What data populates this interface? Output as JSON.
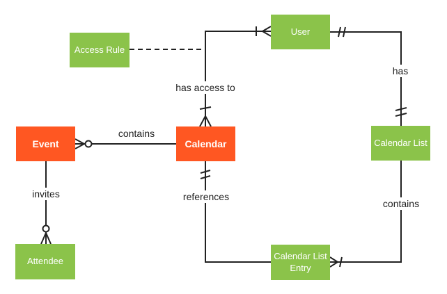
{
  "diagram": {
    "type": "entity-relationship",
    "background": "#FFFFFF",
    "colors": {
      "entity_green": "#8BC34A",
      "entity_orange": "#FF5722",
      "line": "#212121",
      "label_text": "#212121",
      "entity_text": "#FFFFFF"
    },
    "entities": [
      {
        "id": "access-rule",
        "label": "Access Rule",
        "color": "green"
      },
      {
        "id": "user",
        "label": "User",
        "color": "green"
      },
      {
        "id": "event",
        "label": "Event",
        "color": "orange"
      },
      {
        "id": "calendar",
        "label": "Calendar",
        "color": "orange"
      },
      {
        "id": "calendar-list",
        "label": "Calendar List",
        "color": "green"
      },
      {
        "id": "calendar-list-entry",
        "label": "Calendar List Entry",
        "color": "green"
      },
      {
        "id": "attendee",
        "label": "Attendee",
        "color": "green"
      }
    ],
    "relationships": [
      {
        "label": "contains",
        "from": "Event",
        "to": "Calendar",
        "from_cardinality": "zero-or-many",
        "to_cardinality": "plain",
        "style": "solid"
      },
      {
        "label": "invites",
        "from": "Event",
        "to": "Attendee",
        "from_cardinality": "plain",
        "to_cardinality": "zero-or-many",
        "style": "solid"
      },
      {
        "label": "has access to",
        "from": "Calendar",
        "to": "User",
        "from_cardinality": "one-or-many",
        "to_cardinality": "one-or-many",
        "style": "solid"
      },
      {
        "label": "has",
        "from": "User",
        "to": "Calendar List",
        "from_cardinality": "exactly-one",
        "to_cardinality": "exactly-one",
        "style": "solid"
      },
      {
        "label": "contains",
        "from": "Calendar List",
        "to": "Calendar List Entry",
        "from_cardinality": "plain",
        "to_cardinality": "one-or-many",
        "style": "solid"
      },
      {
        "label": "references",
        "from": "Calendar",
        "to": "Calendar List Entry",
        "from_cardinality": "exactly-one",
        "to_cardinality": "plain",
        "style": "solid"
      },
      {
        "label": "",
        "from": "Access Rule",
        "to": "Calendar / User connector",
        "style": "dashed"
      }
    ]
  }
}
